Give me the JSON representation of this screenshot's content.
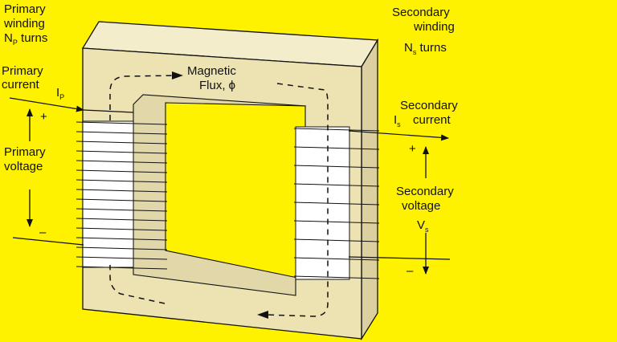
{
  "labels": {
    "primary_winding": [
      "Primary",
      "winding"
    ],
    "primary_turns": {
      "main": "N",
      "sub": "P",
      "rest": " turns"
    },
    "secondary_winding": [
      "Secondary",
      "winding"
    ],
    "secondary_turns": {
      "main": "N",
      "sub": "s",
      "rest": " turns"
    },
    "primary_current": [
      "Primary",
      "current"
    ],
    "primary_current_symbol": {
      "main": "I",
      "sub": "P"
    },
    "magnetic_flux": [
      "Magnetic",
      "Flux, ϕ"
    ],
    "secondary_current": [
      "Secondary",
      "current"
    ],
    "secondary_current_symbol": {
      "main": "I",
      "sub": "s"
    },
    "primary_voltage": [
      "Primary",
      "voltage"
    ],
    "secondary_voltage": [
      "Secondary",
      "voltage"
    ],
    "secondary_voltage_symbol": {
      "main": "V",
      "sub": "s"
    },
    "plus": "+",
    "minus": "–"
  },
  "colors": {
    "background": "#fff200",
    "core_front": "#ece2b2",
    "core_top": "#f4edcb",
    "core_side": "#dcd0a0",
    "winding": "#ffffff",
    "line": "#111111"
  }
}
